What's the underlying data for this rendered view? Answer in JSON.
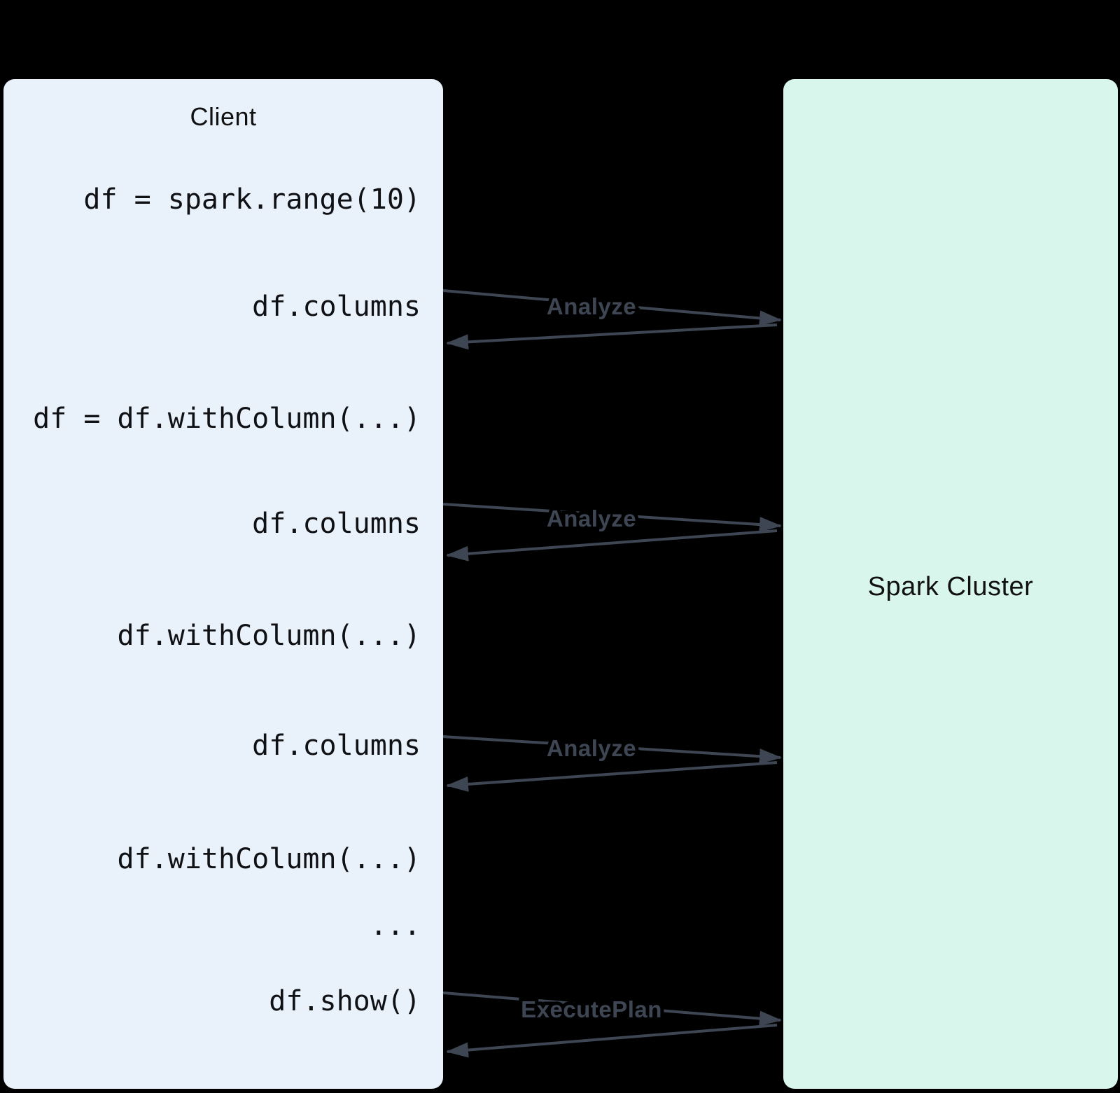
{
  "diagram": {
    "client": {
      "title": "Client",
      "code_lines": [
        "df = spark.range(10)",
        "df.columns",
        "df = df.withColumn(...)",
        "df.columns",
        "df.withColumn(...)",
        "df.columns",
        "df.withColumn(...)",
        "...",
        "df.show()"
      ]
    },
    "cluster": {
      "title": "Spark Cluster"
    },
    "exchanges": [
      {
        "label": "Analyze"
      },
      {
        "label": "Analyze"
      },
      {
        "label": "Analyze"
      },
      {
        "label": "ExecutePlan"
      }
    ],
    "colors": {
      "background": "#000000",
      "client-box": "#E9F1FB",
      "cluster-box": "#D9F6ED",
      "arrow": "#3E4654",
      "label-text": "#3E4654",
      "code-text": "#101114"
    }
  }
}
